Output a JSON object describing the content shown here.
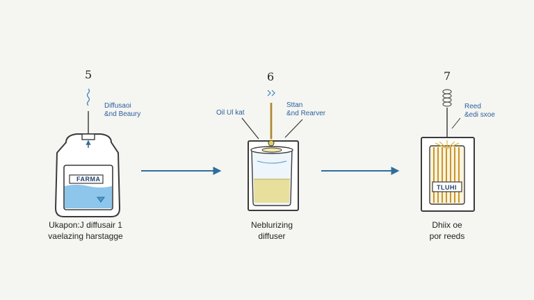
{
  "steps": [
    {
      "number": "5",
      "callout_lines": [
        "Diffusaoi",
        "&nd Beaury"
      ],
      "tag": "FARMA",
      "caption_lines": [
        "Ukapon:J diffusair 1",
        "vaelazing harstagge"
      ]
    },
    {
      "number": "6",
      "callout_left": "Oil Ul kat",
      "callout_right_lines": [
        "Sttan",
        "&nd Rearver"
      ],
      "caption_lines": [
        "Neblurizing",
        "diffuser"
      ]
    },
    {
      "number": "7",
      "callout_lines": [
        "Reed",
        "&edi sxoe"
      ],
      "tag": "TLUHI",
      "caption_lines": [
        "Dhiix oe",
        "por reeds"
      ]
    }
  ],
  "colors": {
    "outline": "#3a3a3a",
    "liquid": "#8ec5ea",
    "liquid_dark": "#4a9bd6",
    "oil": "#e9df9c",
    "arrow": "#2e6e9e",
    "reed": "#d4a93e",
    "callout_text": "#2a5f9e"
  }
}
